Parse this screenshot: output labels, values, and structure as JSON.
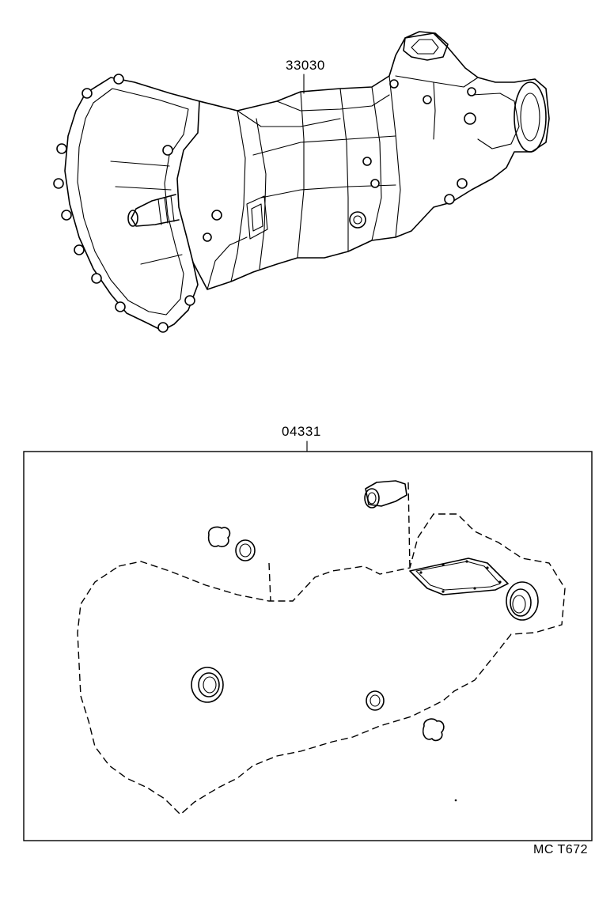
{
  "callouts": {
    "transmission_assembly": "33030",
    "gasket_kit": "04331"
  },
  "figure_ref": "MC T672"
}
